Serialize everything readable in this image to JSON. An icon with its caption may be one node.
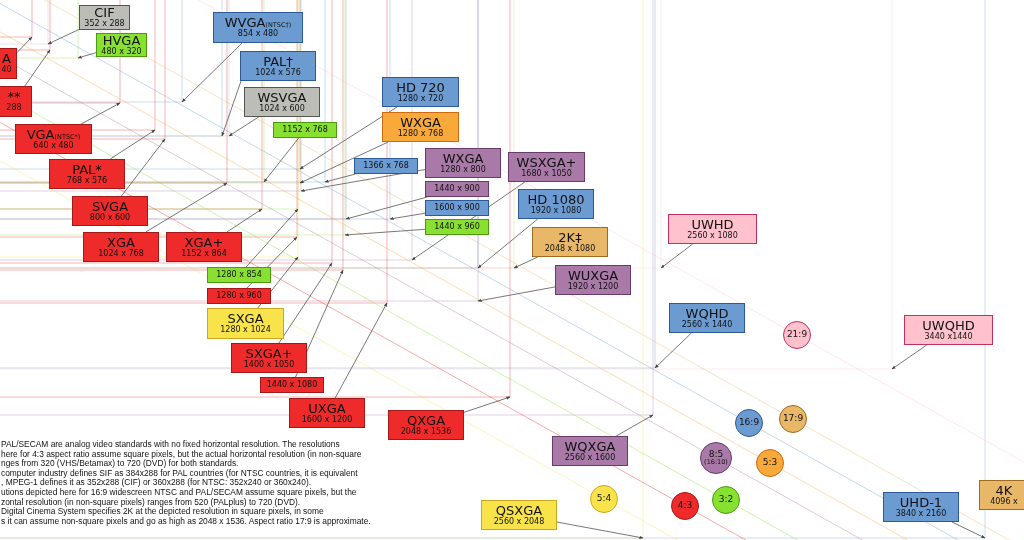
{
  "diagram": {
    "nodes": [
      {
        "text": [
          "A",
          "40"
        ]
      },
      {
        "text": [
          "**",
          "288"
        ]
      },
      {
        "text": [
          "CIF",
          "352 x 288"
        ]
      },
      {
        "text": [
          "HVGA",
          "480 x 320"
        ]
      },
      {
        "text": [
          "WVGA$_{(NTSC†)}$",
          "854 x 480"
        ]
      },
      {
        "text": [
          "PAL†",
          "1024 x 576"
        ]
      },
      {
        "text": [
          "WSVGA",
          "1024 x 600"
        ]
      },
      {
        "text": [
          "1152 x 768"
        ]
      },
      {
        "text": [
          "VGA$_{(NTSC*)}$",
          "640 x 480"
        ]
      },
      {
        "text": [
          "PAL*",
          "768 x 576"
        ]
      },
      {
        "text": [
          "SVGA",
          "800 x 600"
        ]
      },
      {
        "text": [
          "XGA",
          "1024 x 768"
        ]
      },
      {
        "text": [
          "XGA+",
          "1152 x 864"
        ]
      },
      {
        "text": [
          "HD 720",
          "1280 x 720"
        ]
      },
      {
        "text": [
          "WXGA",
          "1280 x 768"
        ]
      },
      {
        "text": [
          "1366 x 768"
        ]
      },
      {
        "text": [
          "WXGA",
          "1280 x 800"
        ]
      },
      {
        "text": [
          "1440 x 900"
        ]
      },
      {
        "text": [
          "1600 x 900"
        ]
      },
      {
        "text": [
          "1440 x 960"
        ]
      },
      {
        "text": [
          "WSXGA+",
          "1680 x 1050"
        ]
      },
      {
        "text": [
          "HD 1080",
          "1920 x 1080"
        ]
      },
      {
        "text": [
          "2K‡",
          "2048 x 1080"
        ]
      },
      {
        "text": [
          "WUXGA",
          "1920 x 1200"
        ]
      },
      {
        "text": [
          "UWHD",
          "2560 x 1080"
        ]
      },
      {
        "text": [
          "WQHD",
          "2560 x 1440"
        ]
      },
      {
        "text": [
          "21:9"
        ]
      },
      {
        "text": [
          "UWQHD",
          "3440 x1440"
        ]
      },
      {
        "text": [
          "1280 x 854"
        ]
      },
      {
        "text": [
          "1280 x 960"
        ]
      },
      {
        "text": [
          "SXGA",
          "1280 x 1024"
        ]
      },
      {
        "text": [
          "SXGA+",
          "1400 x 1050"
        ]
      },
      {
        "text": [
          "1440 x 1080"
        ]
      },
      {
        "text": [
          "UXGA",
          "1600 x 1200"
        ]
      },
      {
        "text": [
          "QXGA",
          "2048 x 1536"
        ]
      },
      {
        "text": [
          "WQXGA",
          "2560 x 1600"
        ]
      },
      {
        "text": [
          "QSXGA",
          "2560 x 2048"
        ]
      },
      {
        "text": [
          "5:4"
        ]
      },
      {
        "text": [
          "4:3"
        ]
      },
      {
        "text": [
          "3:2"
        ]
      },
      {
        "text": [
          "8:5",
          "(16:10)"
        ]
      },
      {
        "text": [
          "16:9"
        ]
      },
      {
        "text": [
          "17:9"
        ]
      },
      {
        "text": [
          "5:3"
        ]
      },
      {
        "text": [
          "UHD-1",
          "3840 x 2160"
        ]
      },
      {
        "text": [
          "4K",
          "4096 x"
        ]
      }
    ],
    "edges": [
      {
        "from": 0,
        "to": null,
        "arrow": "to"
      },
      {
        "from": 1,
        "to": null,
        "arrow": "to"
      },
      {
        "from": 2,
        "to": null,
        "arrow": "to"
      },
      {
        "from": 3,
        "to": null,
        "arrow": "to"
      },
      {
        "from": 4,
        "to": null,
        "arrow": "to"
      },
      {
        "from": 5,
        "to": null,
        "arrow": "to"
      },
      {
        "from": 6,
        "to": null,
        "arrow": "to"
      },
      {
        "from": 7,
        "to": null,
        "arrow": "to"
      },
      {
        "from": 8,
        "to": null,
        "arrow": "to"
      },
      {
        "from": 9,
        "to": null,
        "arrow": "to"
      },
      {
        "from": 10,
        "to": null,
        "arrow": "to"
      },
      {
        "from": 11,
        "to": null,
        "arrow": "to"
      },
      {
        "from": 12,
        "to": null,
        "arrow": "to"
      },
      {
        "from": 13,
        "to": null,
        "arrow": "to"
      },
      {
        "from": 14,
        "to": null,
        "arrow": "to"
      },
      {
        "from": 15,
        "to": null,
        "arrow": "to"
      },
      {
        "from": 16,
        "to": null,
        "arrow": "to"
      },
      {
        "from": 17,
        "to": null,
        "arrow": "to"
      },
      {
        "from": 18,
        "to": null,
        "arrow": "to"
      },
      {
        "from": 19,
        "to": null,
        "arrow": "to"
      },
      {
        "from": 20,
        "to": null,
        "arrow": "to"
      },
      {
        "from": 21,
        "to": null,
        "arrow": "to"
      },
      {
        "from": 22,
        "to": null,
        "arrow": "to"
      },
      {
        "from": 23,
        "to": null,
        "arrow": "to"
      },
      {
        "from": 24,
        "to": null,
        "arrow": "to"
      },
      {
        "from": 25,
        "to": null,
        "arrow": "to"
      },
      {
        "from": 27,
        "to": null,
        "arrow": "to"
      },
      {
        "from": 28,
        "to": null,
        "arrow": "to"
      },
      {
        "from": 29,
        "to": null,
        "arrow": "to"
      },
      {
        "from": 30,
        "to": null,
        "arrow": "to"
      },
      {
        "from": 31,
        "to": null,
        "arrow": "to"
      },
      {
        "from": 32,
        "to": null,
        "arrow": "to"
      },
      {
        "from": 33,
        "to": null,
        "arrow": "to"
      },
      {
        "from": 34,
        "to": null,
        "arrow": "to"
      },
      {
        "from": 35,
        "to": null,
        "arrow": "to"
      },
      {
        "from": 36,
        "to": null,
        "arrow": "to"
      },
      {
        "from": 44,
        "to": null,
        "arrow": "to"
      }
    ],
    "labels": [
      "PAL/SECAM are analog video standards with no fixed horizontal resolution. The resolutions",
      "here for 4:3 aspect ratio assume square pixels, but the actual horizontal resolution (in non-square",
      "nges from 320 (VHS/Betamax) to 720 (DVD) for both standards.",
      "computer industry defines SIF as 384x288 for PAL countries (for NTSC countries, it is equivalent",
      ", MPEG-1 defines it as 352x288 (CIF) or 360x288 (for NTSC: 352x240 or 360x240).",
      "utions depicted here for 16:9 widescreen NTSC and PAL/SECAM assume square pixels, but the",
      "zontal resolution (in non-square pixels) ranges from 520 (PALplus) to 720 (DVD).",
      "Digital Cinema System specifies 2K at the depicted resolution in square pixels, in some",
      "s it can assume non-square pixels and go as high as 2048 x 1536. Aspect ratio 17:9 is approximate."
    ]
  }
}
